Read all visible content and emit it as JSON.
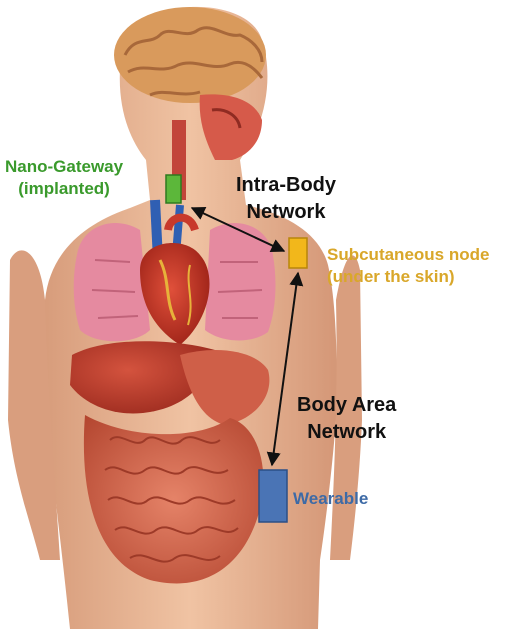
{
  "labels": {
    "nano_gateway": {
      "line1": "Nano-Gateway",
      "line2": "(implanted)"
    },
    "intra_body": {
      "line1": "Intra-Body",
      "line2": "Network"
    },
    "subcutaneous": {
      "line1": "Subcutaneous node",
      "line2": "(under the skin)"
    },
    "body_area": {
      "line1": "Body Area",
      "line2": "Network"
    },
    "wearable": "Wearable"
  },
  "colors": {
    "nano_gateway": "#5cb73a",
    "subcutaneous": "#f2b71b",
    "wearable": "#4a74b5",
    "skin": "#e7b493",
    "lung": "#e58aa0",
    "organs": "#c0392b"
  }
}
